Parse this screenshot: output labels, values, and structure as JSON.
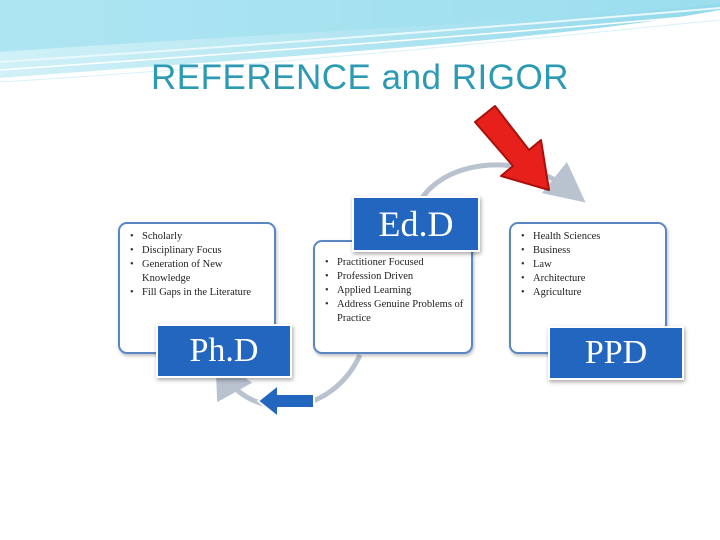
{
  "slide": {
    "title": "REFERENCE and RIGOR"
  },
  "phd": {
    "label": "Ph.D",
    "items": [
      "Scholarly",
      "Disciplinary Focus",
      "Generation of New Knowledge",
      "Fill Gaps in the Literature"
    ]
  },
  "edd": {
    "label": "Ed.D",
    "items": [
      "Practitioner Focused",
      "Profession Driven",
      "Applied Learning",
      "Address Genuine Problems of Practice"
    ]
  },
  "ppd": {
    "label": "PPD",
    "items": [
      "Health Sciences",
      "Business",
      "Law",
      "Architecture",
      "Agriculture"
    ]
  },
  "colors": {
    "title": "#2c9ab3",
    "box_fill": "#2366bf",
    "panel_border": "#5b86c4",
    "arrow_red": "#e8201c",
    "arc_gray": "#b9c2cf"
  }
}
